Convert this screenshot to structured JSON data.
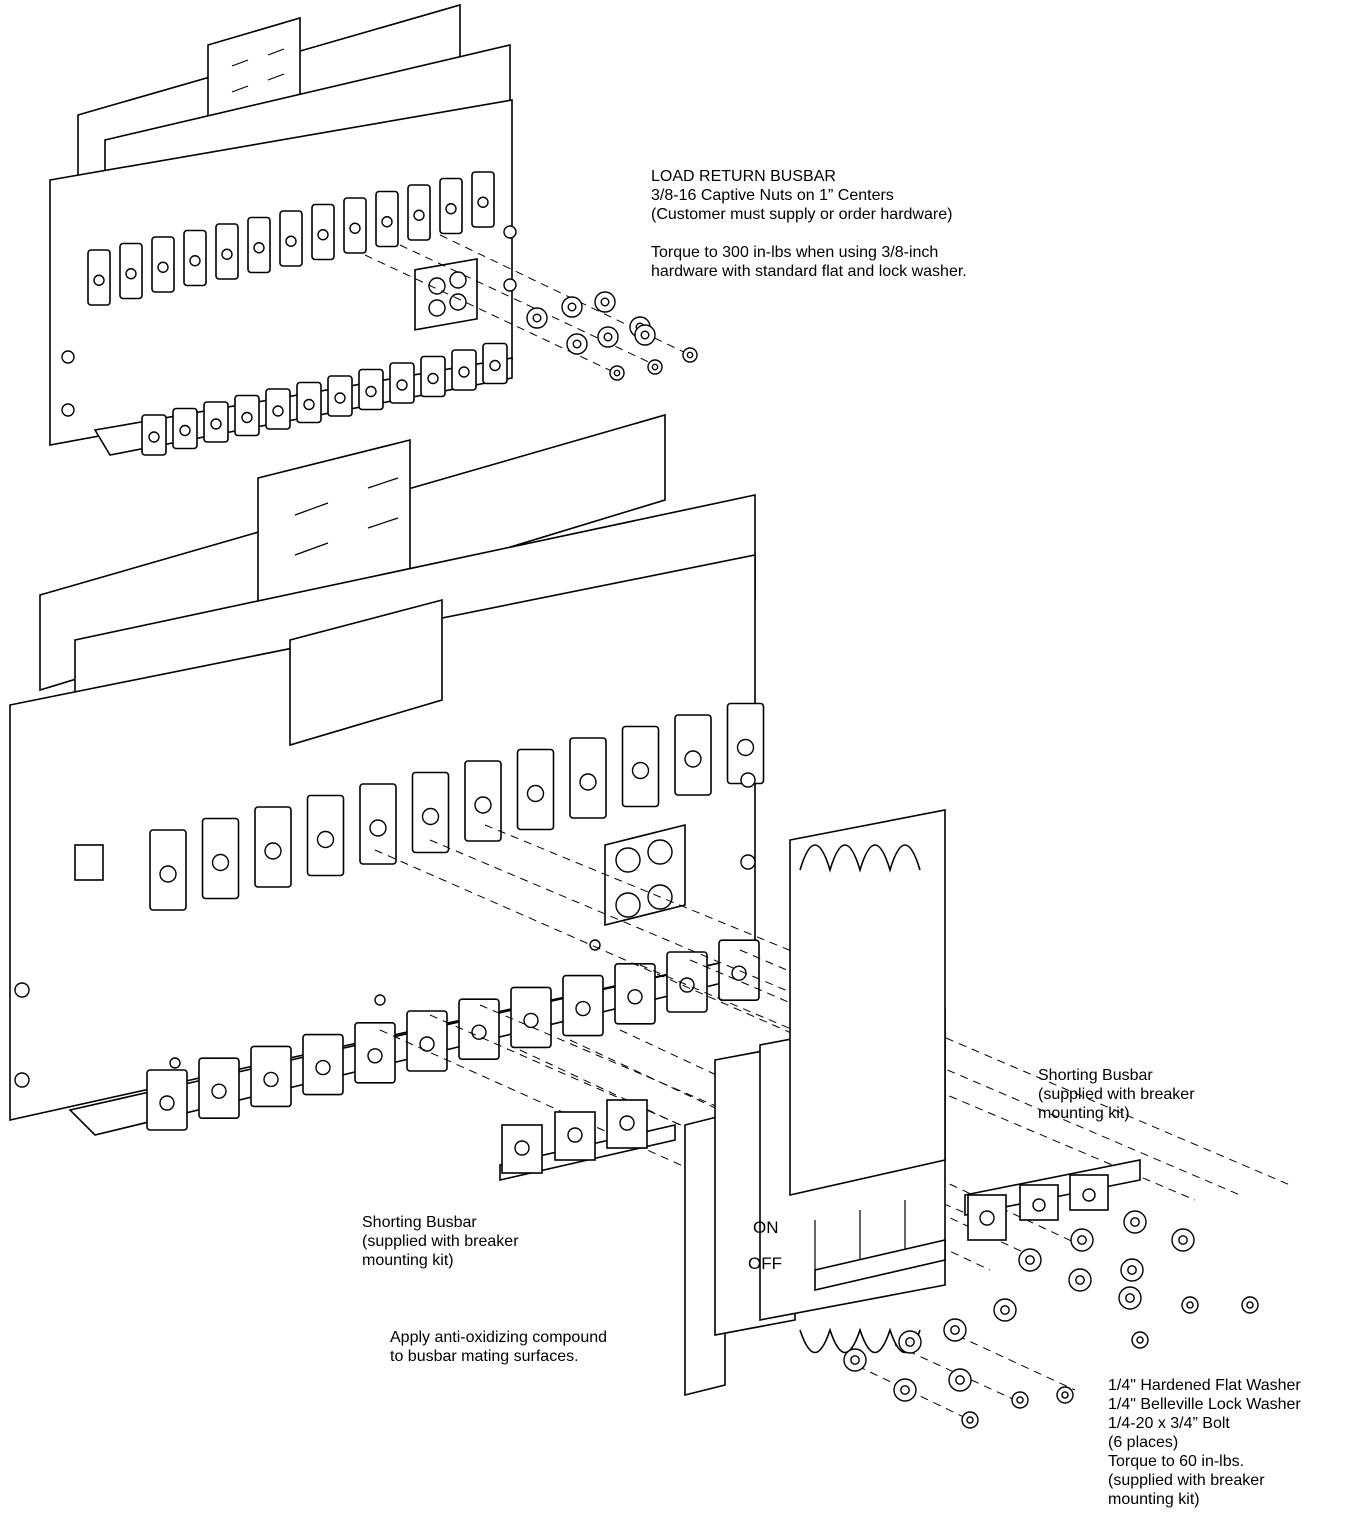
{
  "notes": {
    "load_return": {
      "title": "LOAD RETURN BUSBAR",
      "line1": "3/8-16 Captive Nuts on 1” Centers",
      "line2": "(Customer must supply or order hardware)",
      "torque1": "Torque to 300 in-lbs when using 3/8-inch",
      "torque2": "hardware with standard flat and lock washer."
    },
    "shorting_right": {
      "line1": "Shorting Busbar",
      "line2": "(supplied with breaker",
      "line3": "mounting kit)"
    },
    "shorting_left": {
      "line1": "Shorting Busbar",
      "line2": "(supplied with breaker",
      "line3": "mounting kit)"
    },
    "compound": {
      "line1": "Apply anti-oxidizing compound",
      "line2": "to busbar mating surfaces."
    },
    "hardware": {
      "line1": "1/4\" Hardened Flat Washer",
      "line2": "1/4\" Belleville Lock Washer",
      "line3": "1/4-20 x 3/4” Bolt",
      "line4": "(6 places)",
      "line5": "Torque to 60 in-lbs.",
      "line6": "(supplied with breaker",
      "line7": "mounting kit)"
    }
  },
  "breaker": {
    "on_label": "ON",
    "off_label": "OFF"
  }
}
